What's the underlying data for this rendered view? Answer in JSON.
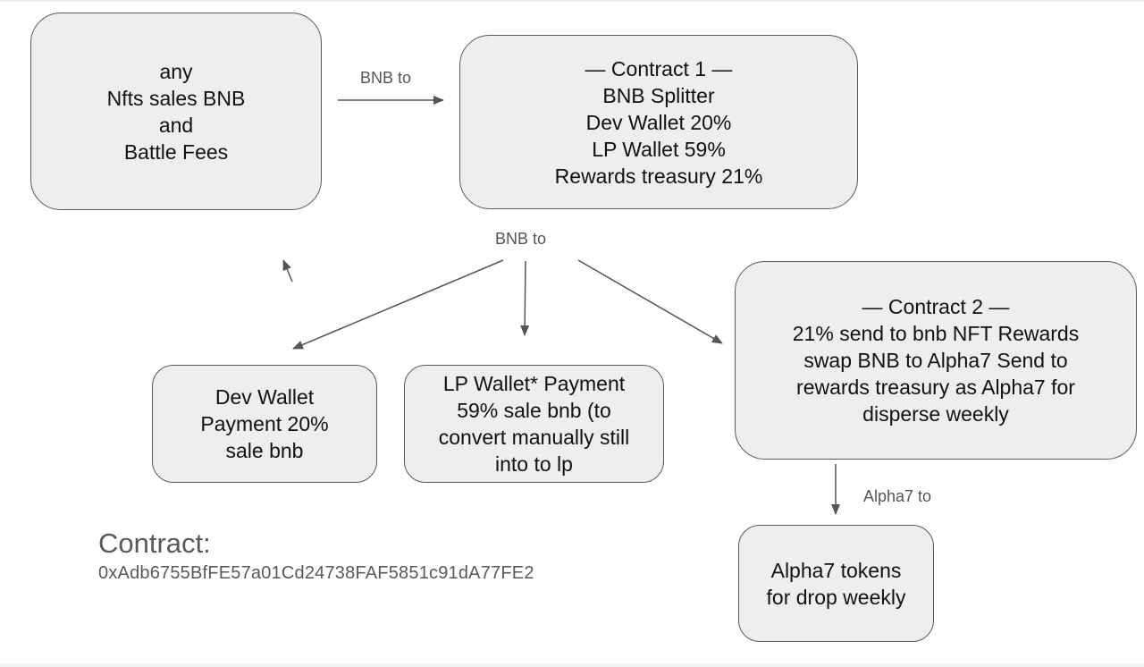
{
  "nodes": {
    "source": {
      "lines": [
        "any",
        "Nfts sales BNB",
        "and",
        "Battle Fees"
      ]
    },
    "contract1": {
      "lines": [
        "— Contract 1 —",
        "BNB Splitter",
        "Dev Wallet 20%",
        "LP Wallet 59%",
        "Rewards treasury 21%"
      ]
    },
    "dev_wallet": {
      "lines": [
        "Dev Wallet",
        "Payment 20%",
        "sale bnb"
      ]
    },
    "lp_wallet": {
      "lines": [
        "LP Wallet* Payment",
        "59% sale bnb (to",
        "convert manually still",
        "into to lp"
      ]
    },
    "contract2": {
      "lines": [
        "— Contract 2 —",
        "21% send to bnb NFT Rewards",
        "swap BNB to Alpha7 Send to",
        "rewards treasury as Alpha7 for",
        "disperse weekly"
      ]
    },
    "alpha7_tokens": {
      "lines": [
        "Alpha7 tokens",
        "for drop weekly"
      ]
    }
  },
  "edge_labels": {
    "source_to_contract1": "BNB to",
    "contract1_split": "BNB to",
    "contract2_to_tokens": "Alpha7 to"
  },
  "contract_info": {
    "heading": "Contract:",
    "address": "0xAdb6755BfFE57a01Cd24738FAF5851c91dA77FE2"
  },
  "colors": {
    "node_fill": "#eeeeee",
    "node_border": "#595959",
    "arrow": "#555555"
  }
}
